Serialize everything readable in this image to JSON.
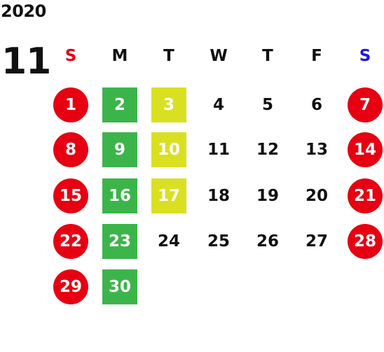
{
  "calendar": {
    "year": "2020",
    "month": "11",
    "weekdays": [
      {
        "label": "S",
        "color": "#e60012"
      },
      {
        "label": "M",
        "color": "#111111"
      },
      {
        "label": "T",
        "color": "#111111"
      },
      {
        "label": "W",
        "color": "#111111"
      },
      {
        "label": "T",
        "color": "#111111"
      },
      {
        "label": "F",
        "color": "#111111"
      },
      {
        "label": "S",
        "color": "#1a1adb"
      }
    ],
    "start_weekday": 0,
    "days_in_month": 30,
    "colors": {
      "holiday_red": "#e60012",
      "green": "#3bb54a",
      "yellow": "#d9e021",
      "text_dark": "#111111",
      "text_light": "#ffffff"
    },
    "highlights": {
      "sunday": [
        1,
        8,
        15,
        22,
        29
      ],
      "saturday": [
        7,
        14,
        21,
        28
      ],
      "green": [
        2,
        9,
        16,
        23,
        30
      ],
      "yellow": [
        3,
        10,
        17
      ]
    }
  }
}
